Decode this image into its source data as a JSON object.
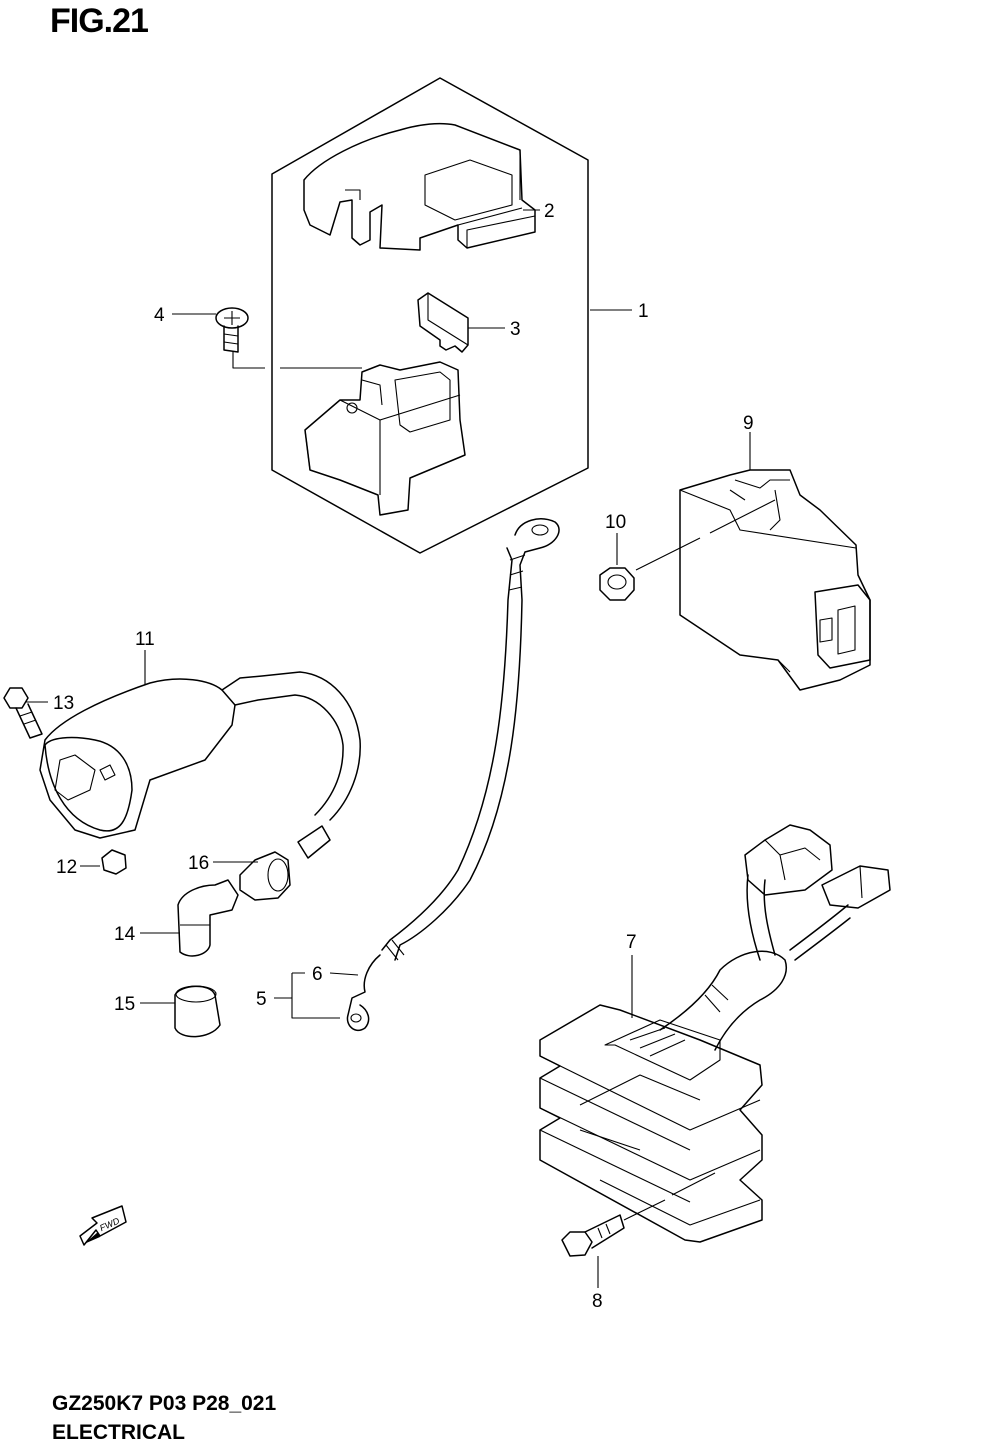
{
  "figure": {
    "title": "FIG.21",
    "model_code": "GZ250K7 P03 P28_021",
    "section_name": "ELECTRICAL"
  },
  "callouts": [
    "1",
    "2",
    "3",
    "4",
    "5",
    "6",
    "7",
    "8",
    "9",
    "10",
    "11",
    "12",
    "13",
    "14",
    "15",
    "16"
  ],
  "direction_marker": {
    "text": "FWD",
    "icon": "fwd-arrow-icon"
  }
}
